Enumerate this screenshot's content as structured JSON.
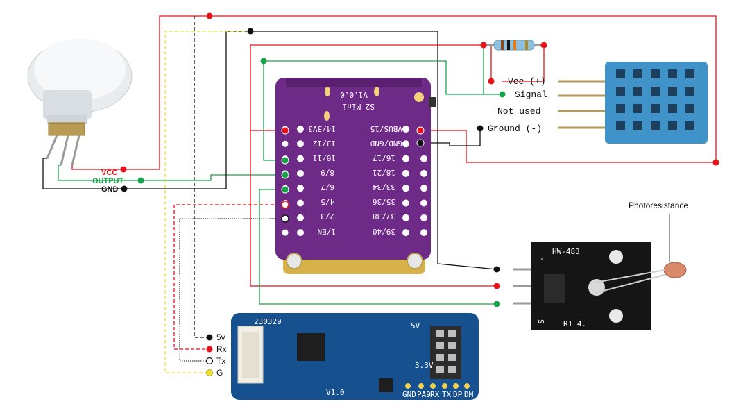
{
  "colors": {
    "red": "#e5121b",
    "green": "#16a34a",
    "black": "#111111",
    "yellow": "#f0e036",
    "purple_board": "#6d2a86",
    "blue_board": "#16508f",
    "dht_blue": "#3f93c8"
  },
  "pir": {
    "vcc_label": "VCC",
    "output_label": "OUTPUT",
    "gnd_label": "GND"
  },
  "s2mini": {
    "model": "S2 Mini",
    "version": "V1.0.0",
    "left_pins": [
      "14/3V3",
      "13/12",
      "10/11",
      "8/9",
      "6/7",
      "4/5",
      "2/3",
      "1/EN"
    ],
    "right_pins": [
      "VBUS/15",
      "GND/GND",
      "16/17",
      "18/21",
      "33/34",
      "35/36",
      "37/38",
      "39/40"
    ]
  },
  "dht": {
    "pins": [
      "Vcc (+)",
      "Signal",
      "Not used",
      "Ground (-)"
    ]
  },
  "ldr": {
    "board_label": "HW-483",
    "s_label": "S",
    "r_label": "R1_4.",
    "minus_label": "-",
    "photoresistance_label": "Photoresistance"
  },
  "mmwave": {
    "board_id": "230329",
    "version": "V1.0",
    "label_5v": "5V",
    "label_33v": "3.3V",
    "pins": [
      "GND",
      "PA9",
      "RX",
      "TX",
      "DP",
      "DM"
    ],
    "conn_labels": [
      "5v",
      "Rx",
      "Tx",
      "G"
    ]
  }
}
